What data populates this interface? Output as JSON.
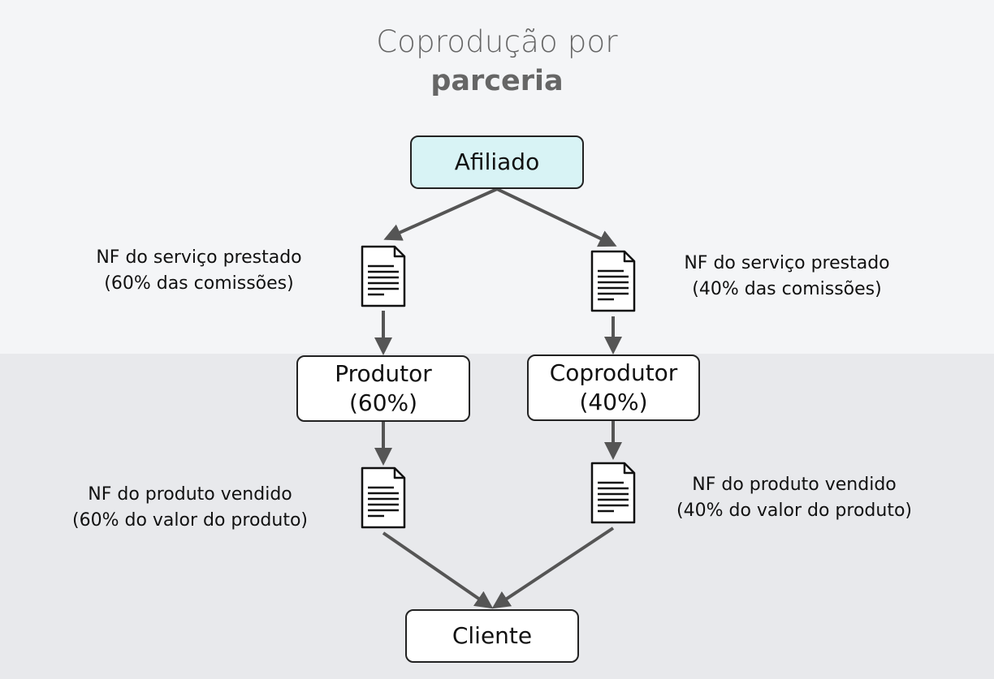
{
  "title": {
    "line1": "Coprodução por",
    "line2": "parceria"
  },
  "nodes": {
    "afiliado": {
      "label": "Afiliado"
    },
    "produtor": {
      "line1": "Produtor",
      "line2": "(60%)"
    },
    "coprodutor": {
      "line1": "Coprodutor",
      "line2": "(40%)"
    },
    "cliente": {
      "label": "Cliente"
    }
  },
  "notes": {
    "servico_left": {
      "line1": "NF do serviço prestado",
      "line2": "(60% das comissões)"
    },
    "servico_right": {
      "line1": "NF do serviço prestado",
      "line2": "(40% das comissões)"
    },
    "produto_left": {
      "line1": "NF do produto vendido",
      "line2": "(60% do valor do produto)"
    },
    "produto_right": {
      "line1": "NF do produto vendido",
      "line2": "(40% do valor do produto)"
    }
  },
  "icons": {
    "document": "document-icon"
  },
  "colors": {
    "arrow": "#555555",
    "afiliado_fill": "#d8f3f5",
    "title": "#666666",
    "bg_top": "#f4f5f7",
    "bg_bottom": "#e8e9ec"
  }
}
